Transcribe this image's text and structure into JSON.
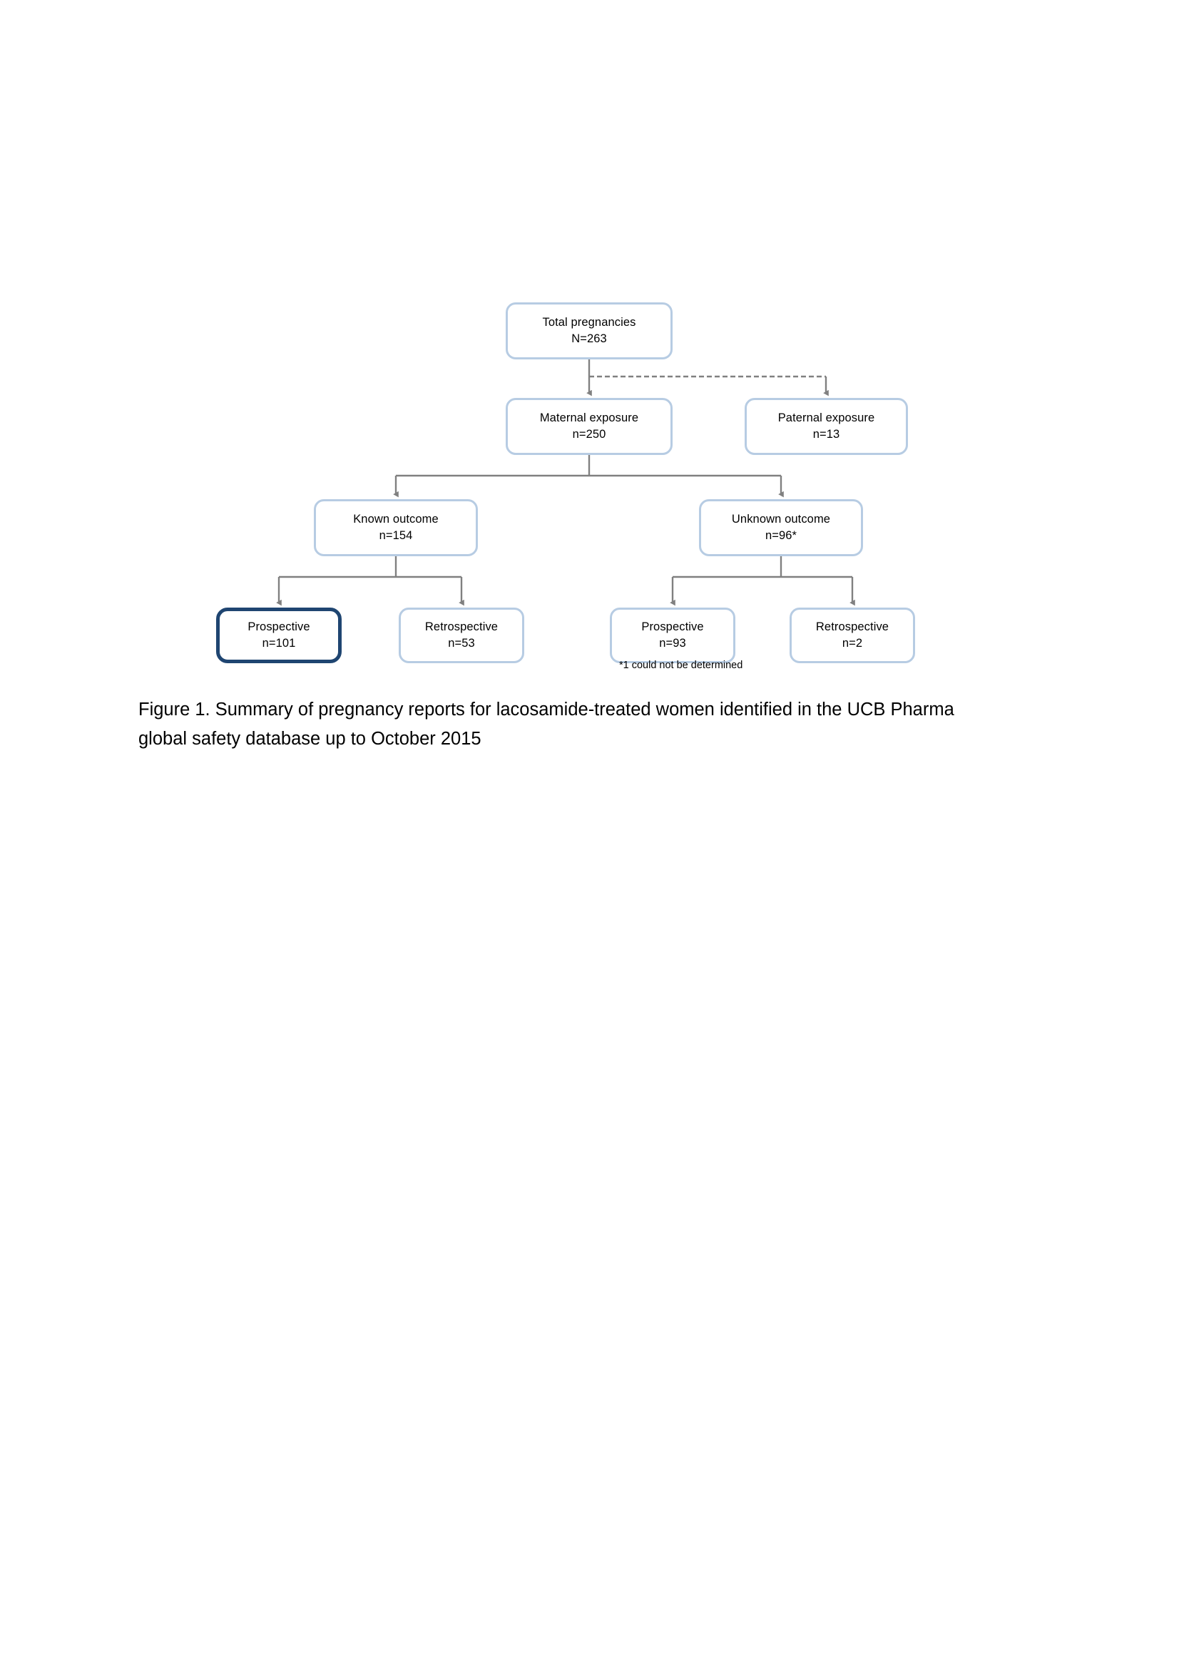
{
  "figure": {
    "caption_line_1": "Figure 1. Summary of pregnancy reports for lacosamide-treated women identified in the UCB Pharma",
    "caption_line_2": "global safety database up to October 2015",
    "footnote": "*1 could not be determined"
  },
  "colors": {
    "node_border": "#b7cce3",
    "node_border_highlight": "#1f4571",
    "connector": "#808080",
    "background": "#ffffff",
    "text": "#000000"
  },
  "chart_data": {
    "type": "diagram",
    "title": "Summary of pregnancy reports for lacosamide-treated women",
    "nodes": [
      {
        "id": "total",
        "title": "Total pregnancies",
        "count": "N=263",
        "level": 0,
        "highlighted": false
      },
      {
        "id": "maternal",
        "title": "Maternal exposure",
        "count": "n=250",
        "level": 1,
        "highlighted": false
      },
      {
        "id": "paternal",
        "title": "Paternal exposure",
        "count": "n=13",
        "level": 1,
        "highlighted": false
      },
      {
        "id": "known",
        "title": "Known outcome",
        "count": "n=154",
        "level": 2,
        "highlighted": false
      },
      {
        "id": "unknown",
        "title": "Unknown outcome",
        "count": "n=96*",
        "level": 2,
        "highlighted": false
      },
      {
        "id": "prosp_known",
        "title": "Prospective",
        "count": "n=101",
        "level": 3,
        "highlighted": true
      },
      {
        "id": "retro_known",
        "title": "Retrospective",
        "count": "n=53",
        "level": 3,
        "highlighted": false
      },
      {
        "id": "prosp_unknown",
        "title": "Prospective",
        "count": "n=93",
        "level": 3,
        "highlighted": false
      },
      {
        "id": "retro_unknown",
        "title": "Retrospective",
        "count": "n=2",
        "level": 3,
        "highlighted": false
      }
    ],
    "edges": [
      {
        "from": "total",
        "to": "maternal",
        "style": "solid"
      },
      {
        "from": "total",
        "to": "paternal",
        "style": "dashed"
      },
      {
        "from": "maternal",
        "to": "known",
        "style": "solid"
      },
      {
        "from": "maternal",
        "to": "unknown",
        "style": "solid"
      },
      {
        "from": "known",
        "to": "prosp_known",
        "style": "solid"
      },
      {
        "from": "known",
        "to": "retro_known",
        "style": "solid"
      },
      {
        "from": "unknown",
        "to": "prosp_unknown",
        "style": "solid"
      },
      {
        "from": "unknown",
        "to": "retro_unknown",
        "style": "solid"
      }
    ]
  },
  "nodes": {
    "total": {
      "title": "Total pregnancies",
      "count": "N=263"
    },
    "maternal": {
      "title": "Maternal exposure",
      "count": "n=250"
    },
    "paternal": {
      "title": "Paternal exposure",
      "count": "n=13"
    },
    "known": {
      "title": "Known outcome",
      "count": "n=154"
    },
    "unknown": {
      "title": "Unknown outcome",
      "count": "n=96*"
    },
    "prosp_known": {
      "title": "Prospective",
      "count": "n=101"
    },
    "retro_known": {
      "title": "Retrospective",
      "count": "n=53"
    },
    "prosp_unknown": {
      "title": "Prospective",
      "count": "n=93"
    },
    "retro_unknown": {
      "title": "Retrospective",
      "count": "n=2"
    }
  }
}
